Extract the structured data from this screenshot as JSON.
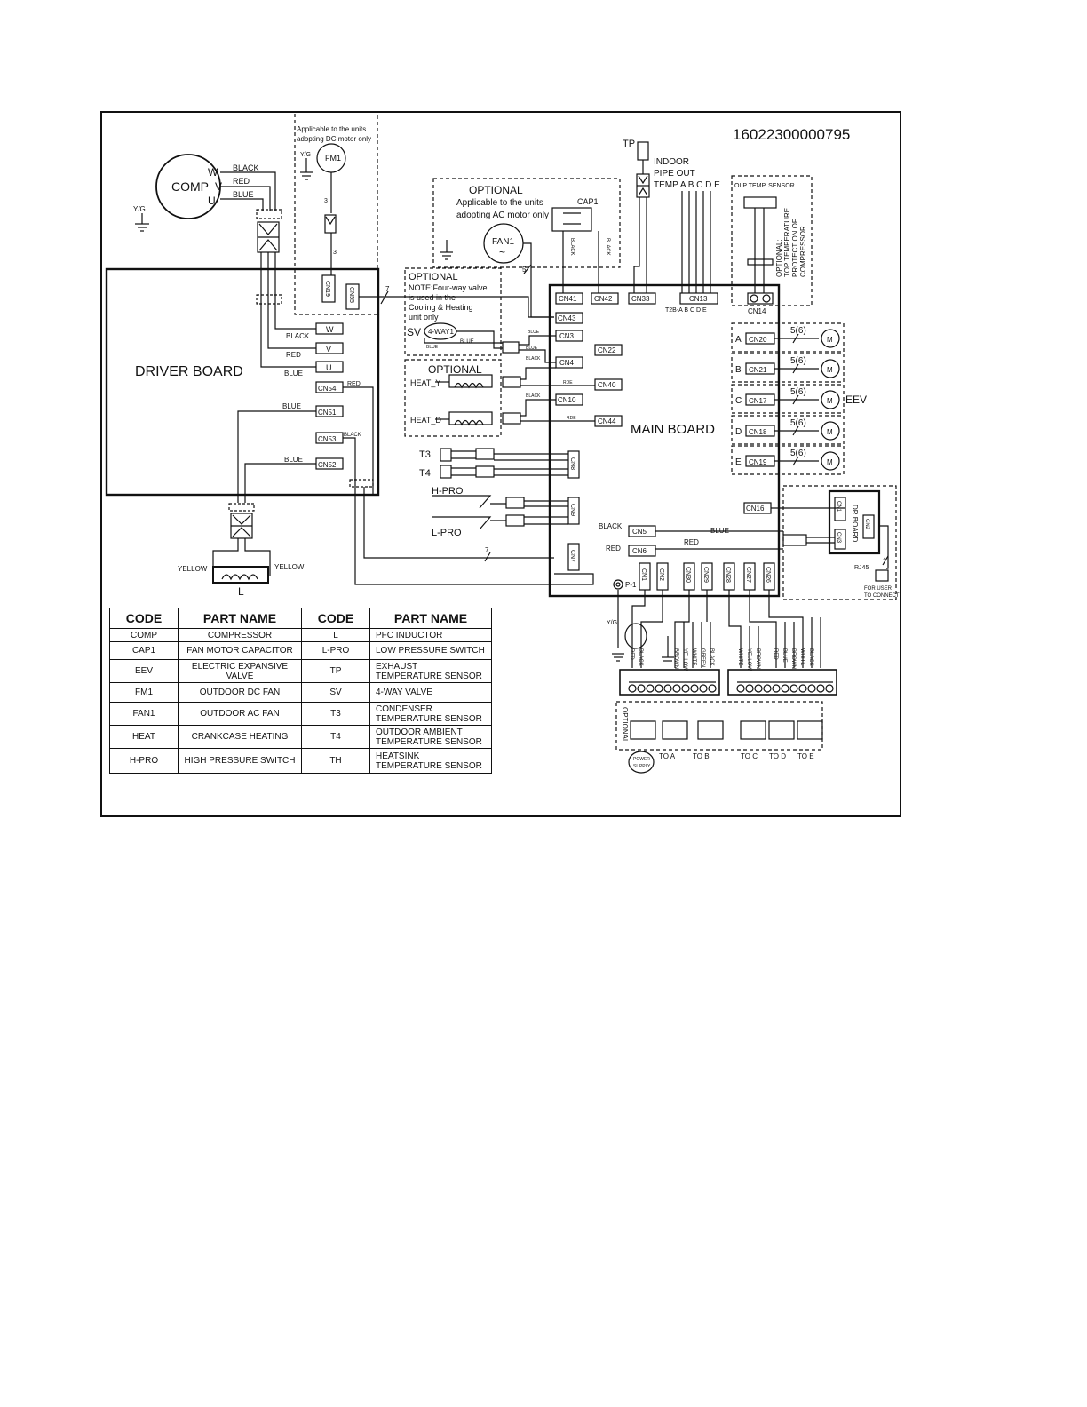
{
  "drawing_number": "16022300000795",
  "compressor": {
    "label": "COMP",
    "w": "W",
    "v": "V",
    "u": "U",
    "black": "BLACK",
    "red": "RED",
    "blue": "BLUE",
    "yg": "Y/G"
  },
  "dc_fan_note": {
    "line1": "Applicable to the units",
    "line2": "adopting DC  motor only",
    "yg": "Y/G",
    "fm1": "FM1",
    "n3a": "3",
    "n3b": "3"
  },
  "ac_fan_note": {
    "optional": "OPTIONAL",
    "line1": "Applicable to the units",
    "line2": "adopting AC  motor only",
    "cap1": "CAP1",
    "fan1": "FAN1",
    "sym": "~",
    "black1": "BLACK",
    "black2": "BLACK",
    "n5": "5"
  },
  "tp": {
    "label": "TP",
    "l1": "INDOOR",
    "l2": "PIPE OUT",
    "l3": "TEMP A  B  C  D  E"
  },
  "olp": {
    "label": "OLP TEMP. SENSOR",
    "v1": "OPTIONAL:",
    "v2": "TOP TEMPERATURE",
    "v3": "PROTECTION OF",
    "v4": "COMPRESSOR"
  },
  "driver_board": {
    "title": "DRIVER BOARD",
    "cn19": "CN19",
    "cn55": "CN55",
    "n7": "7",
    "w": "W",
    "v": "V",
    "u": "U",
    "cn54": "CN54",
    "cn51": "CN51",
    "cn53": "CN53",
    "cn52": "CN52",
    "black": "BLACK",
    "red": "RED",
    "blue": "BLUE",
    "red2": "RED",
    "blue2": "BLUE",
    "black2": "BLACK",
    "blue3": "BLUE"
  },
  "sv_block": {
    "optional": "OPTIONAL",
    "n1": "NOTE:Four-way valve",
    "n2": " is used in the",
    "n3": "Cooling  & Heating",
    "n4": "unit only",
    "sv": "SV",
    "way": "4-WAY1",
    "blue1": "BLUE",
    "blue2": "BLUE"
  },
  "heat_block": {
    "optional": "OPTIONAL",
    "y": "HEAT_Y",
    "d": "HEAT_D"
  },
  "main_board": {
    "title": "MAIN  BOARD",
    "cn41": "CN41",
    "cn42": "CN42",
    "cn33": "CN33",
    "cn13": "CN13",
    "t2b": "T2B-A  B  C   D E",
    "cn14": "CN14",
    "cn43": "CN43",
    "cn3": "CN3",
    "cn22": "CN22",
    "cn4": "CN4",
    "cn40": "CN40",
    "cn10": "CN10",
    "cn44": "CN44",
    "cn8": "CN8",
    "cn9": "CN9",
    "cn7": "CN7",
    "cn5": "CN5",
    "cn6": "CN6",
    "cn16": "CN16",
    "cn1": "CN1",
    "cn2": "CN2",
    "cn30": "CN30",
    "cn29": "CN29",
    "cn28": "CN28",
    "cn27": "CN27",
    "cn26": "CN26",
    "blue1": "BLUE",
    "blue2": "BLUE",
    "black1": "BLACK",
    "rde1": "RDE",
    "black2": "BLACK",
    "rde2": "RDE",
    "black3": "BLACK",
    "red": "RED",
    "blue3": "BLUE",
    "p1": "P-1",
    "n7": "7"
  },
  "sensors": {
    "t3": "T3",
    "t4": "T4",
    "hpro": "H-PRO",
    "lpro": "L-PRO"
  },
  "eev": {
    "label": "EEV",
    "m": "M",
    "n": "5(6)",
    "rows": [
      {
        "k": "A",
        "cn": "CN20"
      },
      {
        "k": "B",
        "cn": "CN21"
      },
      {
        "k": "C",
        "cn": "CN17"
      },
      {
        "k": "D",
        "cn": "CN18"
      },
      {
        "k": "E",
        "cn": "CN19"
      }
    ]
  },
  "dr_board": {
    "title": "DR BOARD",
    "cn1": "CN1",
    "cn2": "CN2",
    "cn3": "CN3",
    "rj45": "RJ45",
    "n4": "4",
    "u1": "FOR   USER",
    "u2": "TO CONNECT"
  },
  "inductor": {
    "y1": "YELLOW",
    "y2": "YELLOW",
    "l": "L"
  },
  "terminals": {
    "yg": "Y/G",
    "optional": "OPTIONAL",
    "power1": "POWER",
    "power2": "SUPPLY",
    "toa": "TO  A",
    "tob": "TO  B",
    "toc": "TO  C",
    "tod": "TO  D",
    "toe": "TO  E",
    "w1": "RED",
    "w2": "BLACK",
    "w3": "BROWN",
    "w4": "YELLOW",
    "w5": "WHITE",
    "w6": "GREEN",
    "w7": "BLACK",
    "w8": "WHITE",
    "w9": "YELLOW",
    "w10": "BROWN",
    "w11": "RED",
    "w12": "BLUE",
    "w13": "BROWN",
    "w14": "WHITE",
    "w15": "BLACK"
  },
  "legend": {
    "headers": [
      "CODE",
      "PART NAME",
      "CODE",
      "PART NAME"
    ],
    "rows": [
      [
        "COMP",
        "COMPRESSOR",
        "L",
        "PFC INDUCTOR"
      ],
      [
        "CAP1",
        "FAN MOTOR CAPACITOR",
        "L-PRO",
        "LOW PRESSURE SWITCH"
      ],
      [
        "EEV",
        "ELECTRIC EXPANSIVE VALVE",
        "TP",
        "EXHAUST TEMPERATURE SENSOR"
      ],
      [
        "FM1",
        "OUTDOOR DC  FAN",
        "SV",
        "4-WAY VALVE"
      ],
      [
        "FAN1",
        "OUTDOOR AC FAN",
        "T3",
        "CONDENSER TEMPERATURE SENSOR"
      ],
      [
        "HEAT",
        "CRANKCASE HEATING",
        "T4",
        "OUTDOOR AMBIENT TEMPERATURE SENSOR"
      ],
      [
        "H-PRO",
        "HIGH PRESSURE SWITCH",
        "TH",
        "HEATSINK TEMPERATURE SENSOR"
      ]
    ]
  }
}
